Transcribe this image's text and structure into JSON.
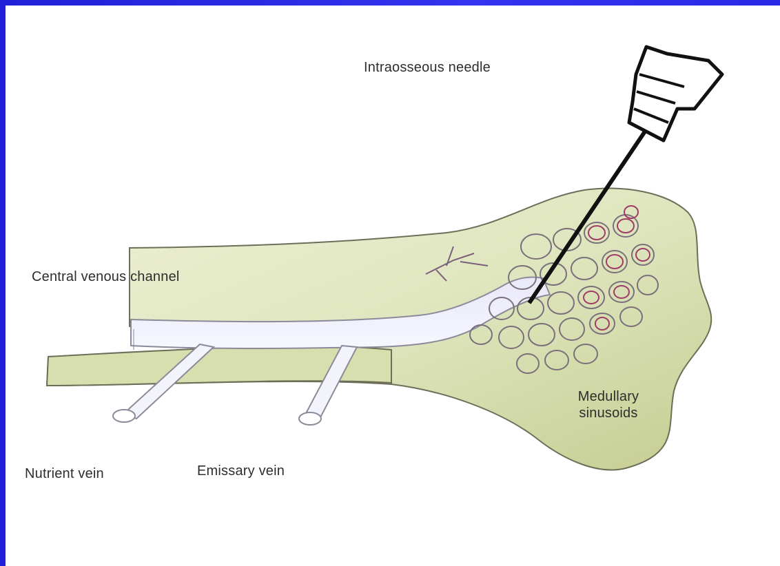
{
  "labels": {
    "needle": "Intraosseous needle",
    "central_channel": "Central venous channel",
    "medullary_sinusoids": "Medullary sinusoids",
    "nutrient_vein": "Nutrient vein",
    "emissary_vein": "Emissary vein"
  },
  "colors": {
    "border": "#2b2be8",
    "bone_fill": "#dfe6bf",
    "bone_shadow": "#c7cf96",
    "vein_fill": "#f1f1fb",
    "vein_outline": "#8a8a9a",
    "sinusoid_pink": "#a03a66",
    "sinusoid_outline": "#7a6f7a",
    "needle": "#111111"
  }
}
